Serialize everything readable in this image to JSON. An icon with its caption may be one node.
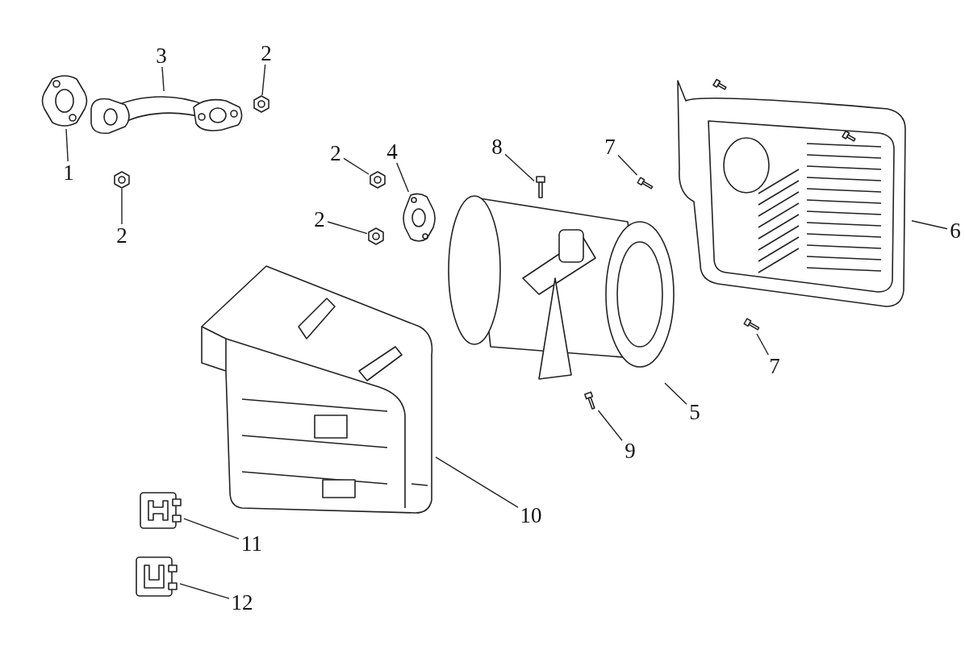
{
  "diagram": {
    "nodes": [
      {
        "text": [
          "1"
        ]
      },
      {
        "text": [],
        "shape": "picture"
      },
      {
        "text": [
          "3"
        ]
      },
      {
        "text": [],
        "shape": "picture"
      },
      {
        "text": [
          "2"
        ]
      },
      {
        "text": [],
        "shape": "picture"
      },
      {
        "text": [
          "2"
        ]
      },
      {
        "text": [],
        "shape": "picture"
      },
      {
        "text": [
          "2"
        ]
      },
      {
        "text": [],
        "shape": "picture"
      },
      {
        "text": [
          "4"
        ]
      },
      {
        "text": [],
        "shape": "picture"
      },
      {
        "text": [
          "2"
        ]
      },
      {
        "text": [],
        "shape": "picture"
      },
      {
        "text": [
          "8"
        ]
      },
      {
        "text": [],
        "shape": "picture"
      },
      {
        "text": [
          "7"
        ]
      },
      {
        "text": [],
        "shape": "picture"
      },
      {
        "text": [
          "6"
        ]
      },
      {
        "text": [],
        "shape": "picture"
      },
      {
        "text": [
          "7"
        ]
      },
      {
        "text": [],
        "shape": "picture"
      },
      {
        "text": [
          "5"
        ]
      },
      {
        "text": [],
        "shape": "picture"
      },
      {
        "text": [
          "9"
        ]
      },
      {
        "text": [],
        "shape": "picture"
      },
      {
        "text": [
          "10"
        ]
      },
      {
        "text": [],
        "shape": "picture"
      },
      {
        "text": [
          "11"
        ]
      },
      {
        "text": [],
        "shape": "picture"
      },
      {
        "text": [
          "12"
        ]
      },
      {
        "text": [],
        "shape": "picture"
      }
    ],
    "edges": [
      {
        "from": 0,
        "to": 1,
        "arrow": "none"
      },
      {
        "from": 2,
        "to": 3,
        "arrow": "none"
      },
      {
        "from": 4,
        "to": 5,
        "arrow": "none"
      },
      {
        "from": 6,
        "to": 7,
        "arrow": "none"
      },
      {
        "from": 8,
        "to": 9,
        "arrow": "none"
      },
      {
        "from": 10,
        "to": 11,
        "arrow": "none"
      },
      {
        "from": 12,
        "to": 13,
        "arrow": "none"
      },
      {
        "from": 14,
        "to": 15,
        "arrow": "none"
      },
      {
        "from": 16,
        "to": 17,
        "arrow": "none"
      },
      {
        "from": 18,
        "to": 19,
        "arrow": "none"
      },
      {
        "from": 20,
        "to": 21,
        "arrow": "none"
      },
      {
        "from": 22,
        "to": 23,
        "arrow": "none"
      },
      {
        "from": 24,
        "to": 25,
        "arrow": "none"
      },
      {
        "from": 26,
        "to": 27,
        "arrow": "none"
      },
      {
        "from": 28,
        "to": 29,
        "arrow": "none"
      },
      {
        "from": 30,
        "to": 31,
        "arrow": "none"
      }
    ]
  }
}
